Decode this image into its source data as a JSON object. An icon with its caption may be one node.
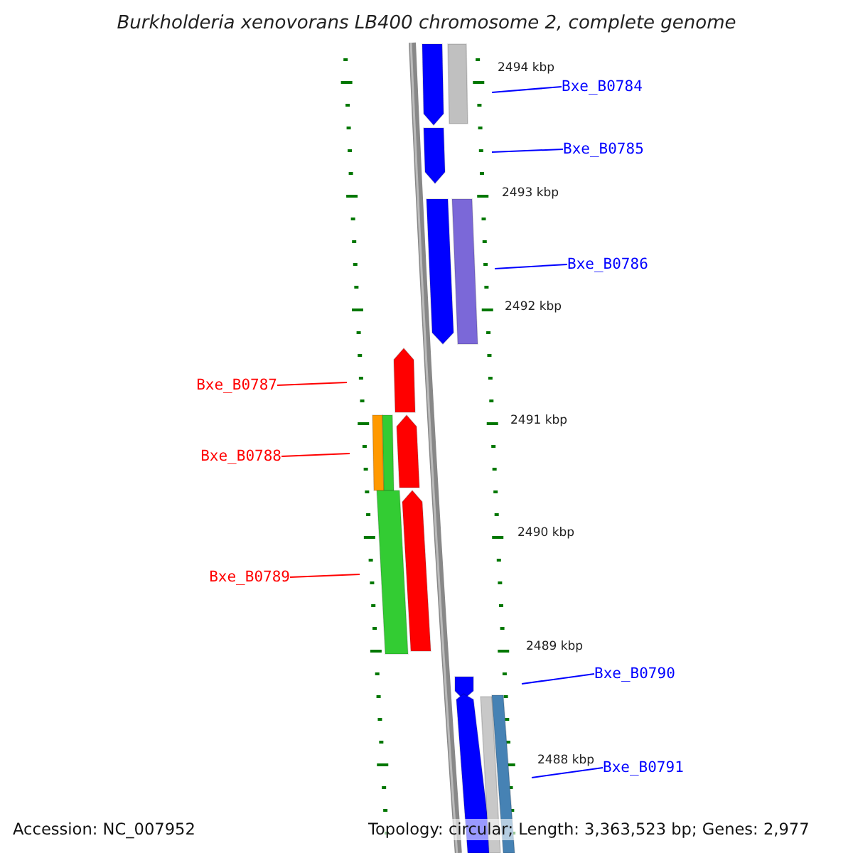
{
  "diagram": {
    "title": "Burkholderia xenovorans LB400 chromosome 2, complete genome",
    "nodes": [
      {
        "text": [
          "Bxe_B0784"
        ]
      },
      {
        "text": [
          "Bxe_B0785"
        ]
      },
      {
        "text": [
          "Bxe_B0786"
        ]
      },
      {
        "text": [
          "Bxe_B0787"
        ]
      },
      {
        "text": [
          "Bxe_B0788"
        ]
      },
      {
        "text": [
          "Bxe_B0789"
        ]
      },
      {
        "text": [
          "Bxe_B0790"
        ]
      },
      {
        "text": [
          "Bxe_B0791"
        ]
      }
    ],
    "edges": [
      {
        "from": 0,
        "to": null,
        "arrow": "none"
      },
      {
        "from": 1,
        "to": null,
        "arrow": "none"
      },
      {
        "from": 2,
        "to": null,
        "arrow": "none"
      },
      {
        "from": 3,
        "to": null,
        "arrow": "none",
        "color": "#ff0000"
      },
      {
        "from": 4,
        "to": null,
        "arrow": "none",
        "color": "#ff0000"
      },
      {
        "from": 5,
        "to": null,
        "arrow": "none",
        "color": "#ff0000"
      },
      {
        "from": 6,
        "to": null,
        "arrow": "none"
      },
      {
        "from": 7,
        "to": null,
        "arrow": "none"
      }
    ],
    "labels": [
      "2494 kbp",
      "2493 kbp",
      "2492 kbp",
      "2491 kbp",
      "2490 kbp",
      "2489 kbp",
      "2488 kbp",
      "Accession: NC_007952",
      "Topology: circular; Length: 3,363,523 bp; Genes: 2,977"
    ]
  }
}
